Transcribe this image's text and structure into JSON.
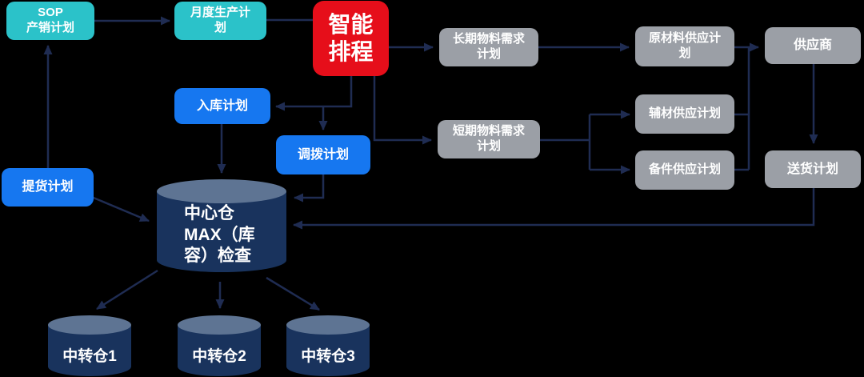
{
  "diagram": {
    "background": "#000000",
    "colors": {
      "teal": "#2bc2c9",
      "blue": "#1677f0",
      "red": "#e60e1a",
      "gray": "#9b9fa6",
      "line": "#1f2c52",
      "cylinder_body": "#19335d",
      "cylinder_top": "#5e7493",
      "text": "#ffffff"
    },
    "nodes": {
      "sop": {
        "label": "SOP\n产销计划"
      },
      "monthly": {
        "label": "月度生产计\n划"
      },
      "smart": {
        "label": "智能\n排程"
      },
      "longterm": {
        "label": "长期物料需求\n计划"
      },
      "raw": {
        "label": "原材料供应计\n划"
      },
      "supplier": {
        "label": "供应商"
      },
      "inbound": {
        "label": "入库计划"
      },
      "transfer": {
        "label": "调拨计划"
      },
      "shortterm": {
        "label": "短期物料需求\n计划"
      },
      "aux": {
        "label": "辅材供应计划"
      },
      "spare": {
        "label": "备件供应计划"
      },
      "delivery": {
        "label": "送货计划"
      },
      "pickup": {
        "label": "提货计划"
      },
      "central": {
        "label": "中心仓\nMAX（库\n容）检查"
      },
      "transit1": {
        "label": "中转仓1"
      },
      "transit2": {
        "label": "中转仓2"
      },
      "transit3": {
        "label": "中转仓3"
      }
    }
  }
}
